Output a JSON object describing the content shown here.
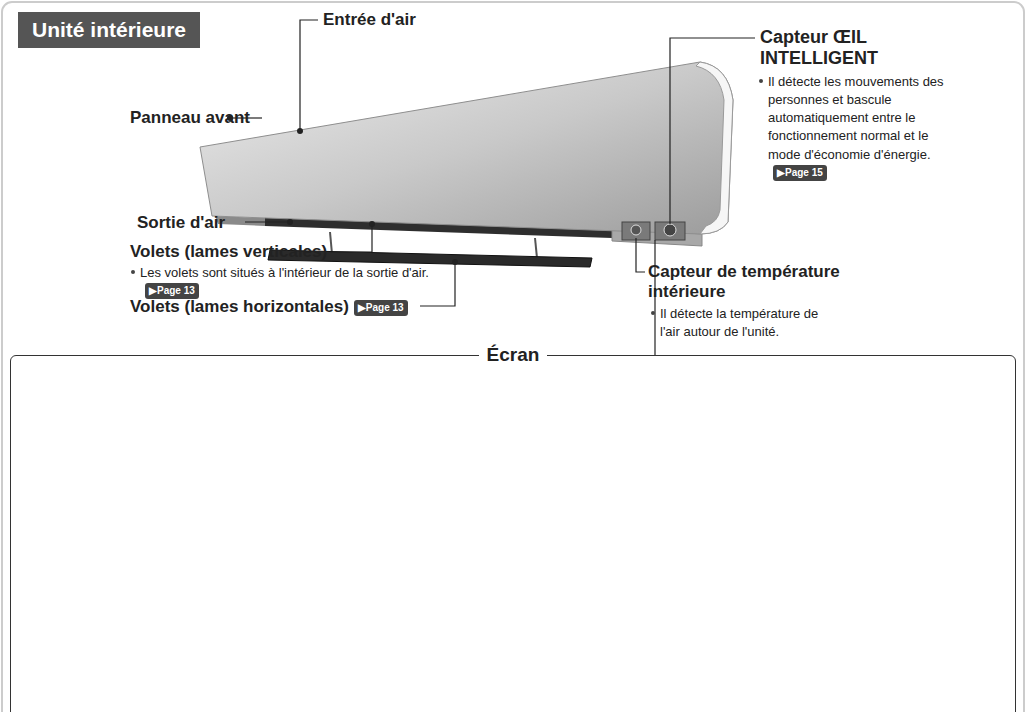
{
  "diagram": {
    "title": "Unité intérieure",
    "nodes": [
      {
        "text": [
          "Écran"
        ]
      }
    ],
    "labels": [
      "Entrée d'air",
      "Capteur ŒIL INTELLIGENT",
      "Il détecte les mouvements des personnes et bascule automatiquement entre le fonctionnement normal et le mode d'économie d'énergie.",
      "▶Page 15",
      "Panneau avant",
      "Sortie d'air",
      "Capteur de température intérieure",
      "Il détecte la température de l'air autour de l'unité.",
      "Volets (lames verticales)",
      "Les volets sont situés à l'intérieur de la sortie d'air.",
      "▶Page 13",
      "Volets (lames horizontales)",
      "▶Page 13"
    ]
  }
}
